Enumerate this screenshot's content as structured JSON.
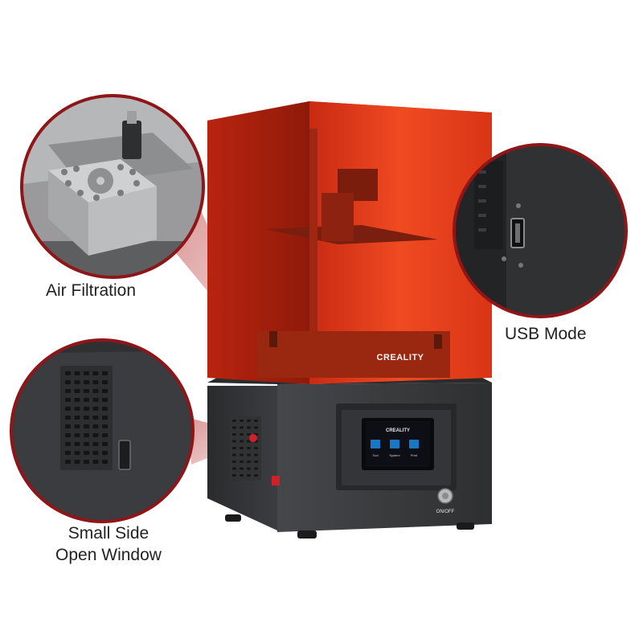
{
  "callouts": {
    "air_filtration": "Air Filtration",
    "usb_mode": "USB Mode",
    "side_window_line1": "Small Side",
    "side_window_line2": "Open Window"
  },
  "printer": {
    "brand": "CREALITY",
    "screen_brand": "CREALITY",
    "screen_items": [
      "Tool",
      "System",
      "Print"
    ],
    "power_label": "ON/OFF"
  },
  "colors": {
    "resin_cover": "#e8391d",
    "base": "#3a3c3f",
    "accent_red": "#d0202a"
  }
}
